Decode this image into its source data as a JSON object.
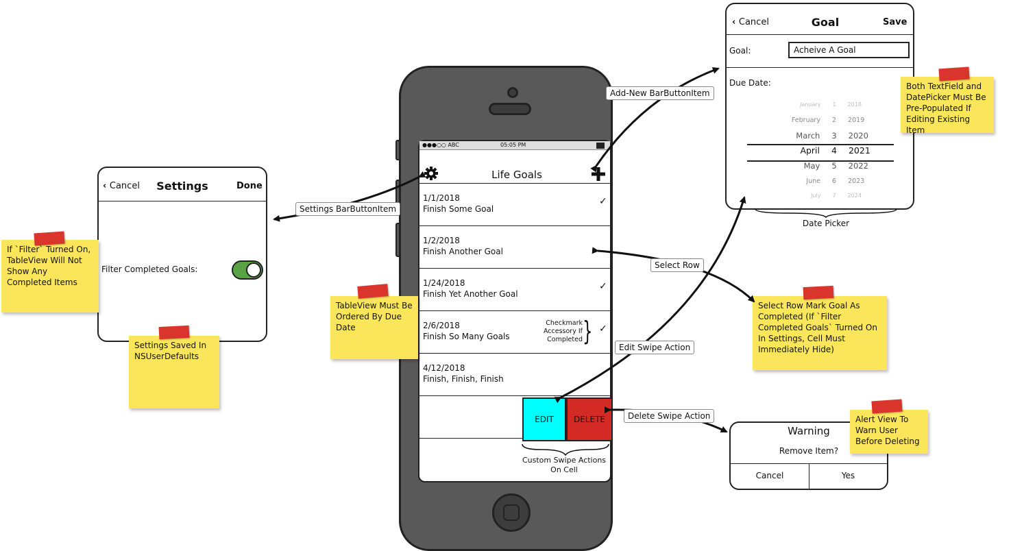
{
  "phone": {
    "status": {
      "carrier": "●●●○○ ABC",
      "time": "05:05 PM"
    },
    "nav": {
      "title": "Life Goals",
      "settings_icon": "gear-icon",
      "add_icon": "plus-icon"
    },
    "rows": [
      {
        "date": "1/1/2018",
        "name": "Finish Some Goal",
        "checked": true
      },
      {
        "date": "1/2/2018",
        "name": "Finish Another Goal",
        "checked": false
      },
      {
        "date": "1/24/2018",
        "name": "Finish Yet Another Goal",
        "checked": true
      },
      {
        "date": "2/6/2018",
        "name": "Finish So Many Goals",
        "checked": true
      },
      {
        "date": "4/12/2018",
        "name": "Finish, Finish, Finish",
        "checked": false
      }
    ],
    "swipe": {
      "edit": "EDIT",
      "delete": "DELETE",
      "edit_color": "#00ffff",
      "delete_color": "#d32a26"
    },
    "checkmark_note": "Checkmark\nAccessory If\nCompleted",
    "swipe_note": "Custom Swipe Actions\nOn Cell"
  },
  "settings": {
    "cancel": "Cancel",
    "title": "Settings",
    "done": "Done",
    "filter_label": "Filter Completed Goals:",
    "toggle_on": true,
    "toggle_color": "#5aa344"
  },
  "goal": {
    "cancel": "Cancel",
    "title": "Goal",
    "save": "Save",
    "goal_label": "Goal:",
    "goal_value": "Acheive A Goal",
    "due_label": "Due Date:",
    "picker_caption": "Date Picker",
    "picker_rows": [
      {
        "month": "January",
        "day": "1",
        "year": "2018"
      },
      {
        "month": "February",
        "day": "2",
        "year": "2019"
      },
      {
        "month": "March",
        "day": "3",
        "year": "2020"
      },
      {
        "month": "April",
        "day": "4",
        "year": "2021"
      },
      {
        "month": "May",
        "day": "5",
        "year": "2022"
      },
      {
        "month": "June",
        "day": "6",
        "year": "2023"
      },
      {
        "month": "July",
        "day": "7",
        "year": "2024"
      }
    ]
  },
  "alert": {
    "title": "Warning",
    "message": "Remove Item?",
    "cancel": "Cancel",
    "yes": "Yes"
  },
  "callouts": {
    "add_new": "Add-New BarButtonItem",
    "settings_btn": "Settings BarButtonItem",
    "select_row": "Select Row",
    "edit_swipe": "Edit Swipe Action",
    "delete_swipe": "Delete Swipe Action"
  },
  "stickies": {
    "filter": "If `Filter` Turned On, TableView Will Not Show Any Completed Items",
    "saved": "Settings Saved In NSUserDefaults",
    "ordered": "TableView Must Be Ordered By Due Date",
    "prepop": "Both TextField and DatePicker Must Be Pre-Populated If Editing Existing Item",
    "select_row": "Select Row Mark Goal As Completed (If `Filter Completed Goals` Turned On In Settings, Cell Must Immediately Hide)",
    "alert": "Alert View To Warn User Before Deleting",
    "note_color": "#fbe55a",
    "tape_color": "#d9352c"
  }
}
